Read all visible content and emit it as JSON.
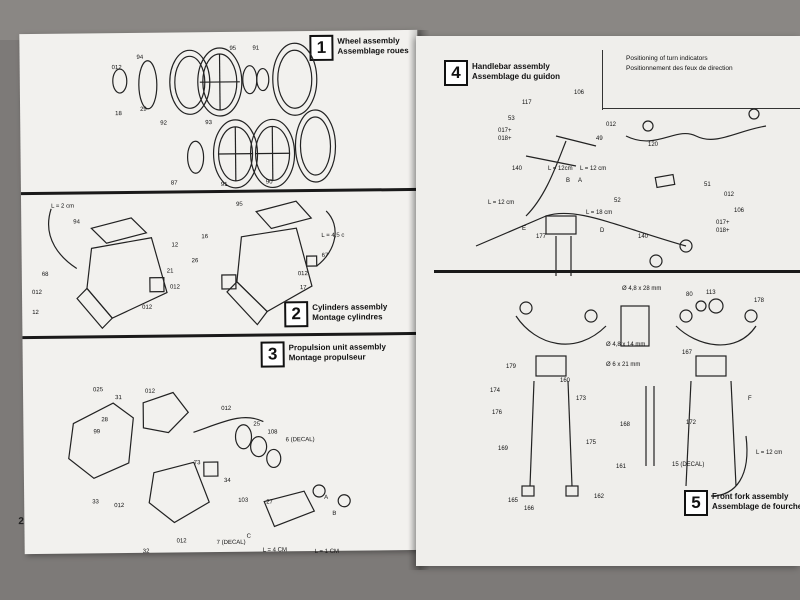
{
  "page_number": "2",
  "sections": {
    "wheel": {
      "number": "1",
      "title_en": "Wheel assembly",
      "title_fr": "Assemblage roues",
      "labels": [
        "94",
        "012",
        "18",
        "29",
        "92",
        "93",
        "87",
        "91",
        "90",
        "95",
        "91"
      ]
    },
    "cylinders": {
      "number": "2",
      "title_en": "Cylinders assembly",
      "title_fr": "Montage cylindres",
      "labels": [
        "L = 2 cm",
        "94",
        "12",
        "68",
        "21",
        "012",
        "12",
        "012",
        "012",
        "95",
        "16",
        "L = 4,5 c",
        "26",
        "67",
        "17",
        "012"
      ]
    },
    "propulsion": {
      "number": "3",
      "title_en": "Propulsion unit assembly",
      "title_fr": "Montage propulseur",
      "labels": [
        "025",
        "31",
        "012",
        "28",
        "99",
        "012",
        "25",
        "108",
        "6 (DECAL)",
        "73",
        "34",
        "103",
        "33",
        "012",
        "7 (DECAL)",
        "32",
        "012",
        "27",
        "A",
        "B",
        "C",
        "L = 4 CM",
        "L = 1 CM"
      ]
    },
    "handlebar": {
      "number": "4",
      "title_en": "Handlebar assembly",
      "title_fr": "Assemblage du guidon",
      "turn_title_en": "Positioning of turn indicators",
      "turn_title_fr": "Positionnement des feux de direction",
      "labels": [
        "117",
        "106",
        "53",
        "49",
        "012",
        "017+",
        "018+",
        "L = 12cm",
        "L = 12 cm",
        "140",
        "B",
        "A",
        "120",
        "L = 12 cm",
        "L = 18 cm",
        "52",
        "51",
        "012",
        "106",
        "017+",
        "018+",
        "E",
        "177",
        "D",
        "140"
      ]
    },
    "front_fork": {
      "number": "5",
      "title_en": "Front fork assembly",
      "title_fr": "Assemblage de fourche",
      "labels": [
        "Ø 4,8 x 28 mm",
        "80",
        "113",
        "178",
        "Ø 4,8 x 14 mm",
        "167",
        "179",
        "Ø 6 x 21 mm",
        "174",
        "160",
        "173",
        "176",
        "175",
        "168",
        "172",
        "F",
        "169",
        "15 (DECAL)",
        "L = 12 cm",
        "161",
        "165",
        "166",
        "162"
      ]
    }
  }
}
